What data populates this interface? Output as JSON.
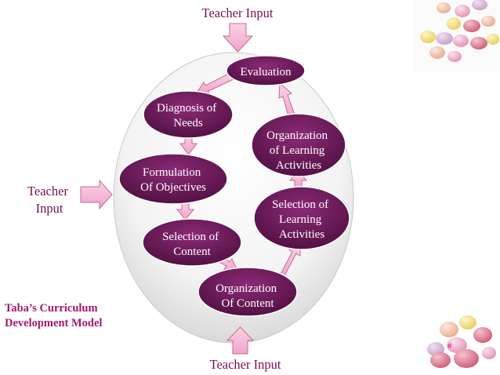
{
  "inputs": {
    "top": "Teacher Input",
    "left_line1": "Teacher",
    "left_line2": "Input",
    "bottom": "Teacher Input"
  },
  "nodes": {
    "evaluation": [
      "Evaluation"
    ],
    "diagnosis": [
      "Diagnosis of",
      "Needs"
    ],
    "formulation": [
      "Formulation",
      "Of Objectives"
    ],
    "selection_content": [
      "Selection of",
      "Content"
    ],
    "organization_content": [
      "Organization",
      "Of Content"
    ],
    "selection_activities": [
      "Selection of",
      "Learning",
      "Activities"
    ],
    "organization_activities": [
      "Organization",
      "of Learning",
      "Activities"
    ]
  },
  "model_title": {
    "line1": "Taba’s Curriculum",
    "line2": "Development Model"
  },
  "slide_number": "#",
  "colors": {
    "node_fill": "#6b1b58",
    "arrow_fill": "#f7b9d8",
    "arrow_stroke": "#c46a98",
    "input_text": "#7a0d55",
    "title_text": "#a0196c"
  },
  "decorations": [
    "candy-eggs-image-top-right",
    "candy-eggs-image-bottom-right"
  ]
}
